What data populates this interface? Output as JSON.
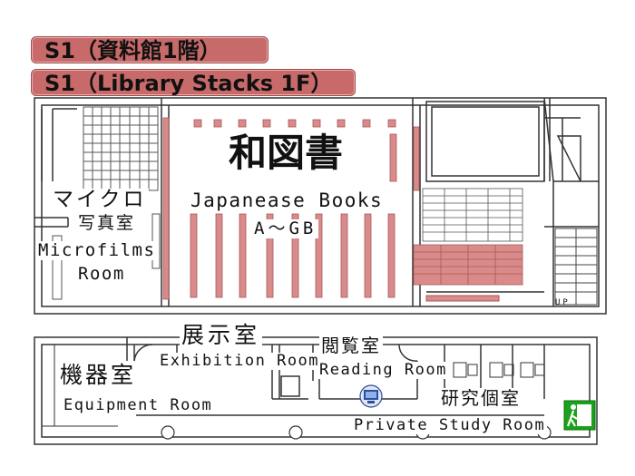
{
  "titles": {
    "jp": "S1（資料館1階）",
    "en": "S1（Library Stacks 1F）"
  },
  "rooms": {
    "japanese_books": {
      "jp": "和図書",
      "en": "Japanease Books",
      "range": "A～GB"
    },
    "microfilms": {
      "jp_line1": "マイクロ",
      "jp_line2": "写真室",
      "en_line1": "Microfilms",
      "en_line2": "Room"
    },
    "exhibition": {
      "jp": "展示室",
      "en": "Exhibition Room"
    },
    "reading": {
      "jp": "閲覧室",
      "en": "Reading Room"
    },
    "equipment": {
      "jp": "機器室",
      "en": "Equipment Room"
    },
    "study": {
      "jp": "研究個室",
      "en": "Private Study Room"
    }
  },
  "markers": {
    "up": "UP",
    "computer_icon": "computer-icon",
    "exit_icon": "emergency-exit-icon"
  },
  "colors": {
    "title_bg": "#c96a6a",
    "shelf": "#d98b8b",
    "wall": "#333333",
    "exit": "#1aa31a",
    "computer": "#2c4f9e"
  }
}
